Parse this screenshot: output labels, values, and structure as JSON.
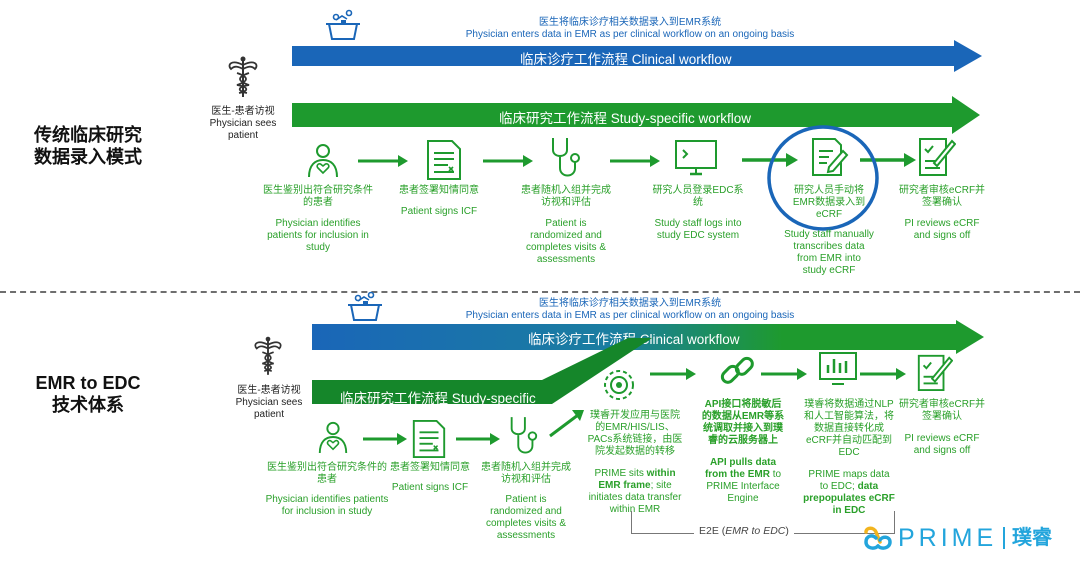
{
  "top": {
    "section_label_line1": "传统临床研究",
    "section_label_line2": "数据录入模式",
    "caption_cn": "医生将临床诊疗相关数据录入到EMR系统",
    "caption_en": "Physician enters data in EMR as per clinical workflow on an ongoing basis",
    "clinical_arrow_label": "临床诊疗工作流程 Clinical workflow",
    "study_arrow_label": "临床研究工作流程 Study-specific workflow",
    "physician_cn": "医生-患者访视",
    "physician_en": "Physician sees patient",
    "steps": [
      {
        "cn": "医生鉴别出符合研究条件的患者",
        "en": "Physician identifies patients for inclusion in study"
      },
      {
        "cn": "患者签署知情同意",
        "en": "Patient signs ICF"
      },
      {
        "cn": "患者随机入组并完成访视和评估",
        "en": "Patient is randomized and completes visits & assessments"
      },
      {
        "cn": "研究人员登录EDC系统",
        "en": "Study staff logs into study EDC system"
      },
      {
        "cn": "研究人员手动将EMR数据录入到eCRF",
        "en": "Study staff manually transcribes data from EMR into study eCRF"
      },
      {
        "cn": "研究者审核eCRF并签署确认",
        "en": "PI reviews eCRF and signs off"
      }
    ]
  },
  "bottom": {
    "section_label_line1": "EMR to EDC",
    "section_label_line2": "技术体系",
    "caption_cn": "医生将临床诊疗相关数据录入到EMR系统",
    "caption_en": "Physician enters data in EMR as per clinical workflow on an ongoing basis",
    "clinical_arrow_label": "临床诊疗工作流程 Clinical workflow",
    "study_arrow_label": "临床研究工作流程 Study-specific",
    "physician_cn": "医生-患者访视",
    "physician_en": "Physician sees patient",
    "steps": [
      {
        "cn": "医生鉴别出符合研究条件的患者",
        "en": "Physician identifies patients for inclusion in study"
      },
      {
        "cn": "患者签署知情同意",
        "en": "Patient signs ICF"
      },
      {
        "cn": "患者随机入组并完成访视和评估",
        "en": "Patient is randomized and completes visits & assessments"
      }
    ],
    "prime_cn": "璞睿开发应用与医院的EMR/HIS/LIS、PACs系统链接，由医院发起数据的转移",
    "prime_en_a": "PRIME sits ",
    "prime_en_b": "within EMR frame",
    "prime_en_c": "; site initiates data transfer within EMR",
    "api_cn": "API接口将脱敏后的数据从EMR等系统调取并接入到璞睿的云服务器上",
    "api_en_a": "API pulls data from the EMR",
    "api_en_b": " to PRIME Interface Engine",
    "nlp_cn": "璞睿将数据通过NLP和人工智能算法，将数据直接转化成eCRF并自动匹配到EDC",
    "nlp_en_a": "PRIME maps data to EDC; ",
    "nlp_en_b": "data prepopulates eCRF in EDC",
    "pi_cn": "研究者审核eCRF并签署确认",
    "pi_en": "PI reviews eCRF and signs off",
    "e2e_label": "E2E (",
    "e2e_italic": "EMR to EDC",
    "e2e_close": ")"
  },
  "logo": {
    "text": "PRIME",
    "cn": "璞睿"
  },
  "colors": {
    "blue": "#1a66b8",
    "green": "#1e9a2e",
    "dark_green": "#15862a",
    "text_green": "#2aa02a",
    "logo_blue": "#23a5dc",
    "logo_yellow": "#f2b41e"
  }
}
